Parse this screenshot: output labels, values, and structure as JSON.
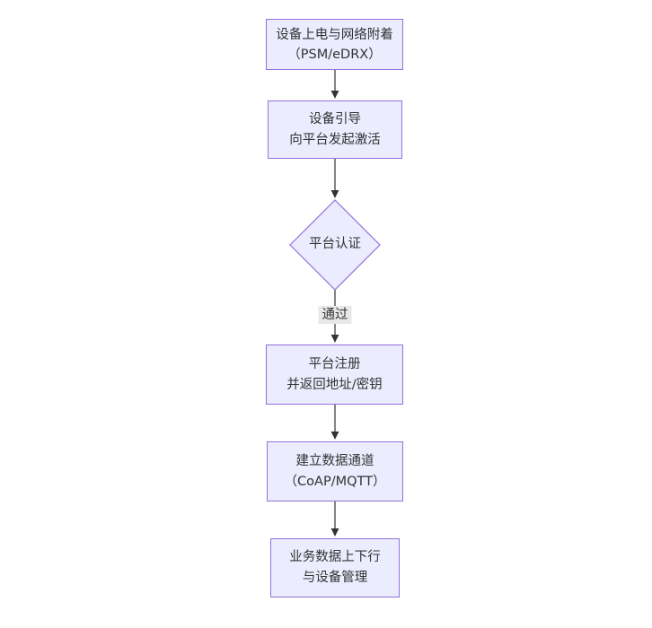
{
  "diagram": {
    "type": "flowchart",
    "direction": "top-down",
    "nodes": [
      {
        "id": "power-attach",
        "shape": "rect",
        "line1": "设备上电与网络附着",
        "line2": "（PSM/eDRX）"
      },
      {
        "id": "bootstrap",
        "shape": "rect",
        "line1": "设备引导",
        "line2": "向平台发起激活"
      },
      {
        "id": "platform-auth",
        "shape": "diamond",
        "line1": "平台认证",
        "line2": ""
      },
      {
        "id": "register",
        "shape": "rect",
        "line1": "平台注册",
        "line2": "并返回地址/密钥"
      },
      {
        "id": "data-channel",
        "shape": "rect",
        "line1": "建立数据通道",
        "line2": "（CoAP/MQTT）"
      },
      {
        "id": "business",
        "shape": "rect",
        "line1": "业务数据上下行",
        "line2": "与设备管理"
      }
    ],
    "edges": [
      {
        "from": "power-attach",
        "to": "bootstrap",
        "label": ""
      },
      {
        "from": "bootstrap",
        "to": "platform-auth",
        "label": ""
      },
      {
        "from": "platform-auth",
        "to": "register",
        "label": "通过"
      },
      {
        "from": "register",
        "to": "data-channel",
        "label": ""
      },
      {
        "from": "data-channel",
        "to": "business",
        "label": ""
      }
    ],
    "colors": {
      "background": "#ffffff",
      "node_fill": "#ECECFF",
      "node_border": "#9370DB",
      "text": "#333333",
      "edge_line": "#333333",
      "edge_label_bg": "#e8e8e8"
    }
  }
}
